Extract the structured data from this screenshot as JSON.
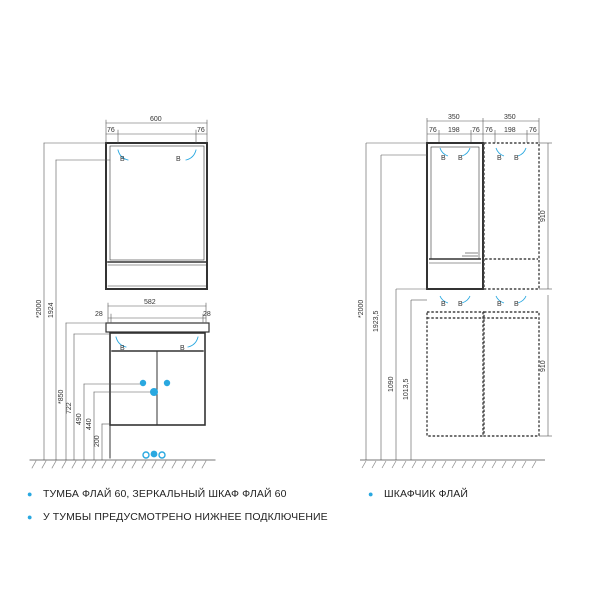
{
  "left_drawing": {
    "mirror_cabinet": {
      "width": "600",
      "insets": [
        "76",
        "76"
      ],
      "hinge_marks": [
        "B",
        "B"
      ]
    },
    "vanity": {
      "width": "582",
      "sides": [
        "28",
        "28"
      ],
      "hinge_marks": [
        "B",
        "B"
      ]
    },
    "heights": [
      "*2000",
      "1924",
      "*850",
      "722",
      "490",
      "440",
      "200"
    ]
  },
  "right_drawing": {
    "top_widths": [
      "350",
      "350"
    ],
    "insets": [
      "76",
      "198",
      "76",
      "76",
      "198",
      "76"
    ],
    "hinge_marks_top": [
      "B",
      "B",
      "B",
      "B"
    ],
    "hinge_marks_bottom": [
      "B",
      "B",
      "B",
      "B"
    ],
    "heights": [
      "*2000",
      "1923,5",
      "1090",
      "1013,5"
    ],
    "section_heights": [
      "910",
      "910"
    ]
  },
  "legend": {
    "item1": "ТУМБА ФЛАЙ 60, ЗЕРКАЛЬНЫЙ ШКАФ ФЛАЙ 60",
    "item2": "У ТУМБЫ ПРЕДУСМОТРЕНО НИЖНЕЕ ПОДКЛЮЧЕНИЕ",
    "item3": "ШКАФЧИК ФЛАЙ"
  },
  "colors": {
    "accent": "#29a8e0",
    "line": "#3a3a3a",
    "dim_line": "#555555"
  }
}
